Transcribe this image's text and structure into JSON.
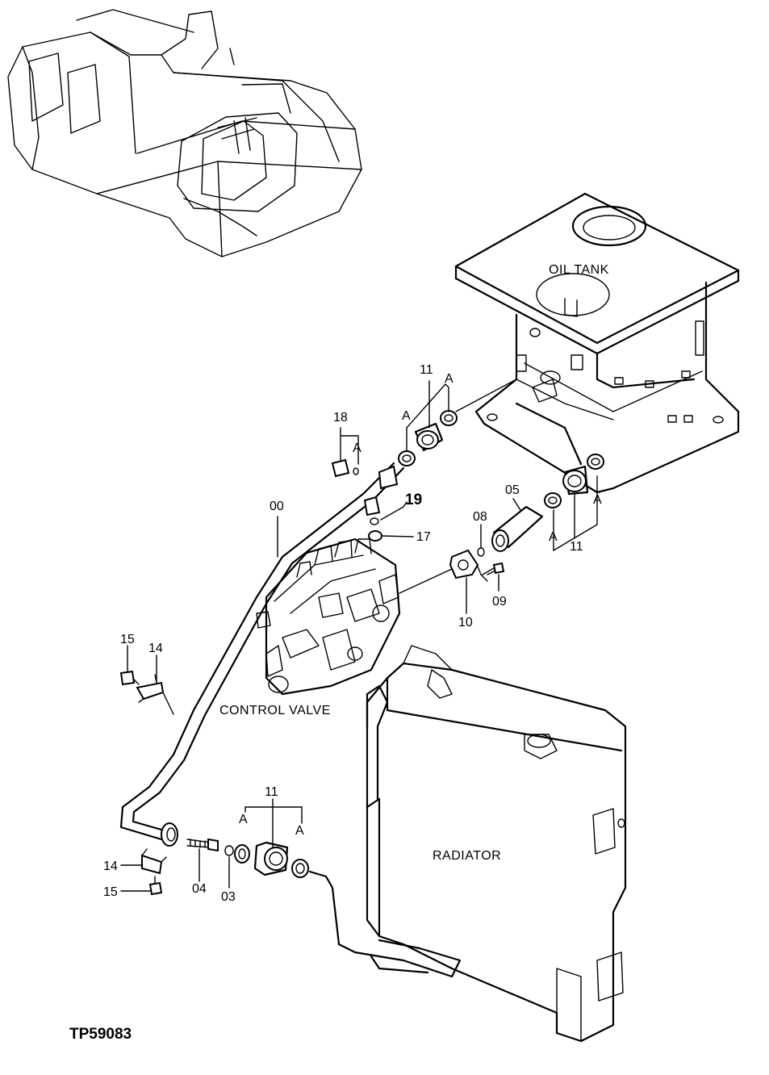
{
  "component_names": {
    "oil_tank": "OIL TANK",
    "control_valve": "CONTROL VALVE",
    "radiator": "RADIATOR"
  },
  "figure_code": "TP59083",
  "callouts": {
    "p00": "00",
    "p03": "03",
    "p04": "04",
    "p05": "05",
    "p08": "08",
    "p09": "09",
    "p10": "10",
    "p11": "11",
    "p14": "14",
    "p15": "15",
    "p17": "17",
    "p18": "18",
    "p19": "19",
    "a": "A"
  }
}
